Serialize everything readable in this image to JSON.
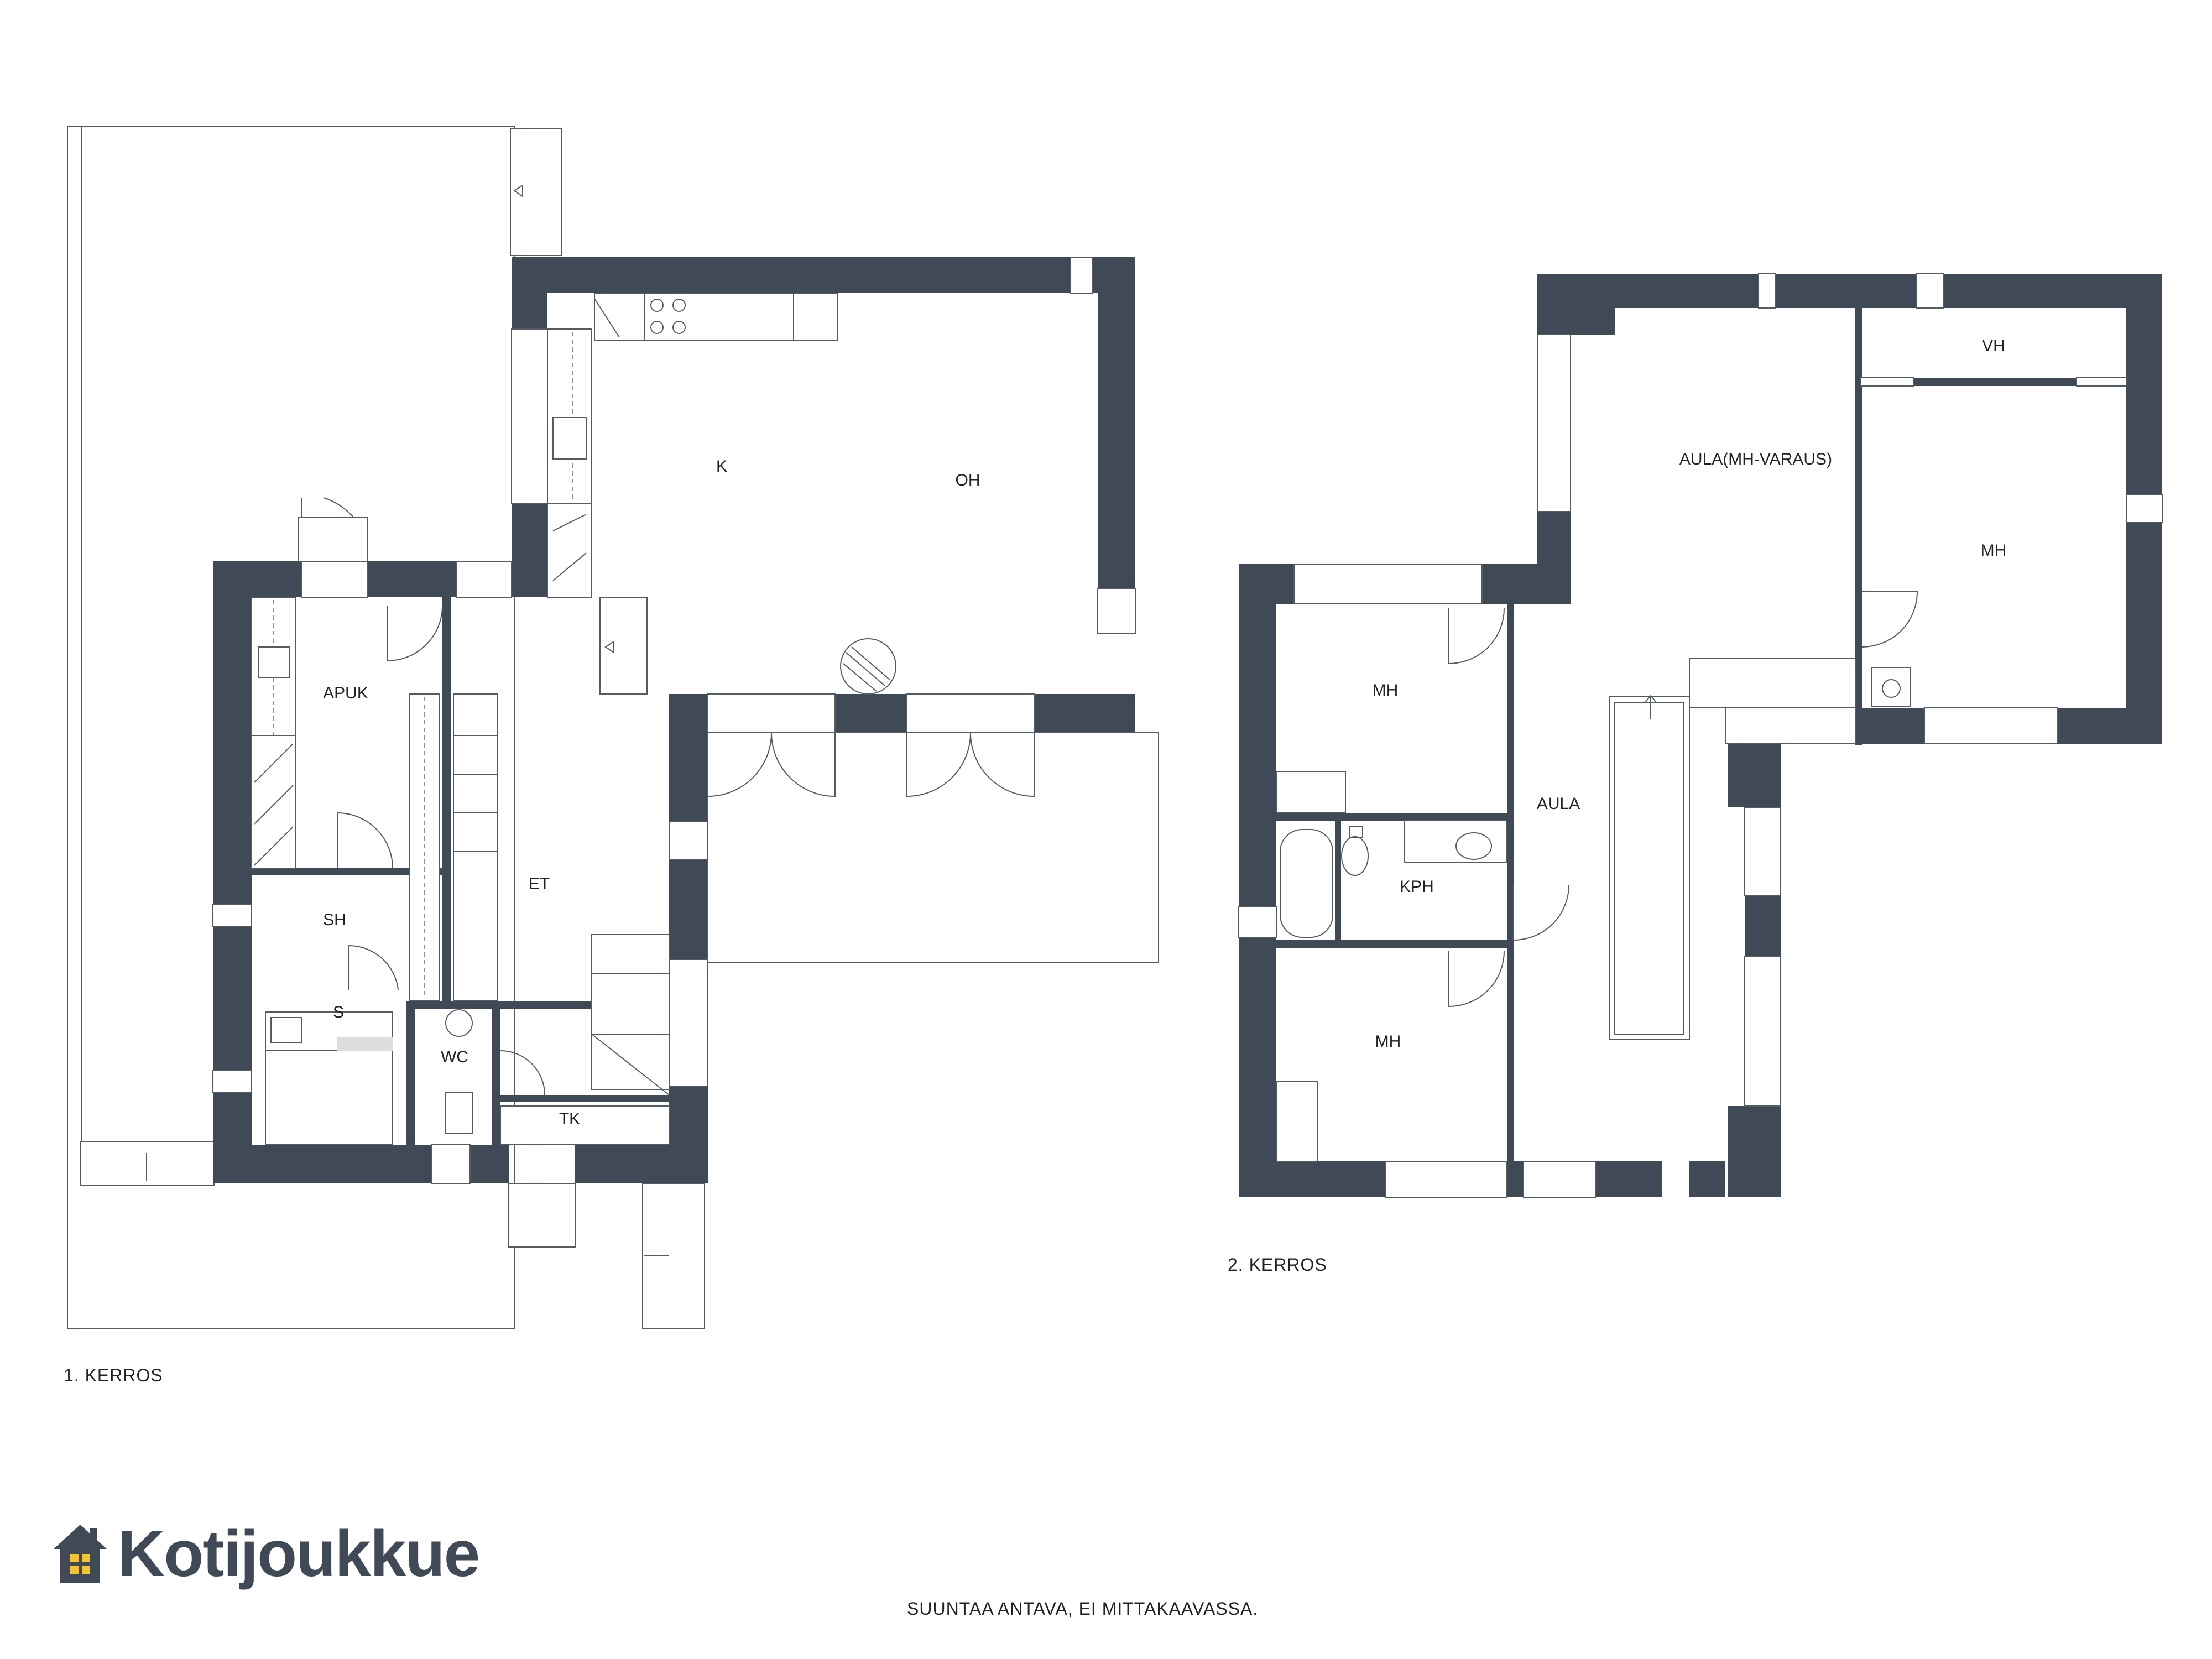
{
  "floor1": {
    "caption": "1. KERROS",
    "rooms": {
      "k": "K",
      "oh": "OH",
      "apuk": "APUK",
      "et": "ET",
      "sh": "SH",
      "s": "S",
      "wc": "WC",
      "tk": "TK"
    }
  },
  "floor2": {
    "caption": "2. KERROS",
    "rooms": {
      "vh": "VH",
      "aula_mh_varaus": "AULA(MH-VARAUS)",
      "mh_right": "MH",
      "mh_top": "MH",
      "aula": "AULA",
      "kph": "KPH",
      "mh_bottom": "MH"
    }
  },
  "brand": {
    "name": "Kotijoukkue",
    "icon": "house-logo-icon"
  },
  "footer": {
    "disclaimer": "SUUNTAA ANTAVA, EI MITTAKAAVASSA."
  },
  "colors": {
    "wall": "#3f4a56",
    "brand": "#3f4a56",
    "window_light": "#f2c230"
  }
}
